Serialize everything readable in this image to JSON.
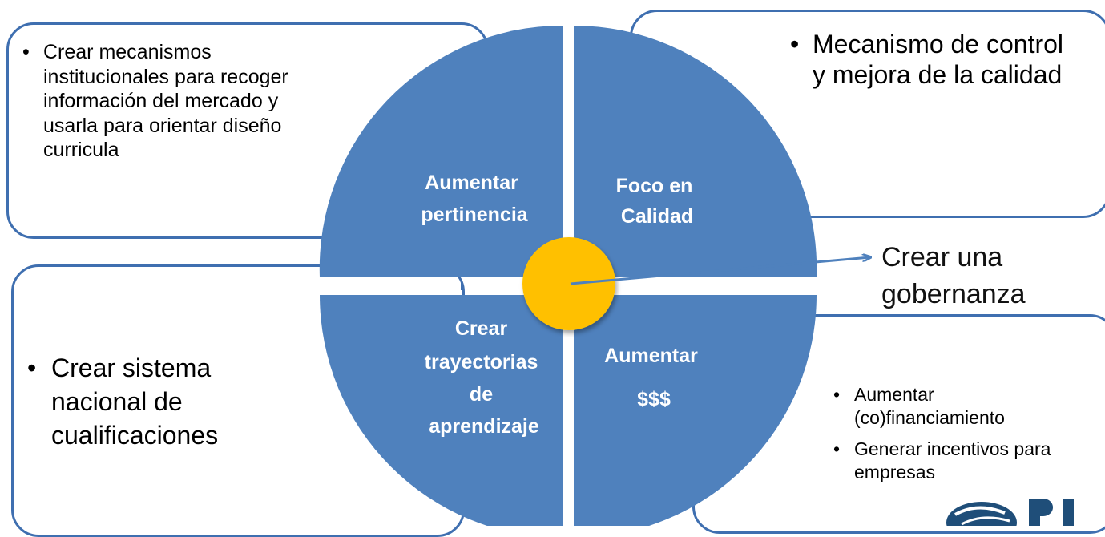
{
  "boxes": {
    "top_left": {
      "items": [
        "Crear mecanismos institucionales para recoger información del mercado y usarla para orientar diseño curricula"
      ]
    },
    "top_right": {
      "items": [
        "Mecanismo de control  y mejora de la calidad"
      ]
    },
    "bottom_left": {
      "items": [
        "Crear sistema nacional de cualificaciones"
      ]
    },
    "bottom_right": {
      "items": [
        "Aumentar (co)financiamiento",
        "Generar incentivos para empresas"
      ]
    }
  },
  "governance": {
    "label_line1": "Crear una",
    "label_line2": "gobernanza"
  },
  "quadrants": {
    "top_left": {
      "line1": "Aumentar",
      "line2": "pertinencia"
    },
    "top_right": {
      "line1": "Foco en",
      "line2": "Calidad"
    },
    "bottom_left": {
      "line1": "Crear",
      "line2": "trayectorias",
      "line3": "de",
      "line4": "aprendizaje"
    },
    "bottom_right": {
      "line1": "Aumentar",
      "line2": "$$$"
    }
  },
  "colors": {
    "quadrant_fill": "#4f81bd",
    "box_border": "#3f6fb0",
    "center_circle": "#ffc000",
    "arrow": "#4f81bd",
    "logo": "#1f4e79"
  }
}
